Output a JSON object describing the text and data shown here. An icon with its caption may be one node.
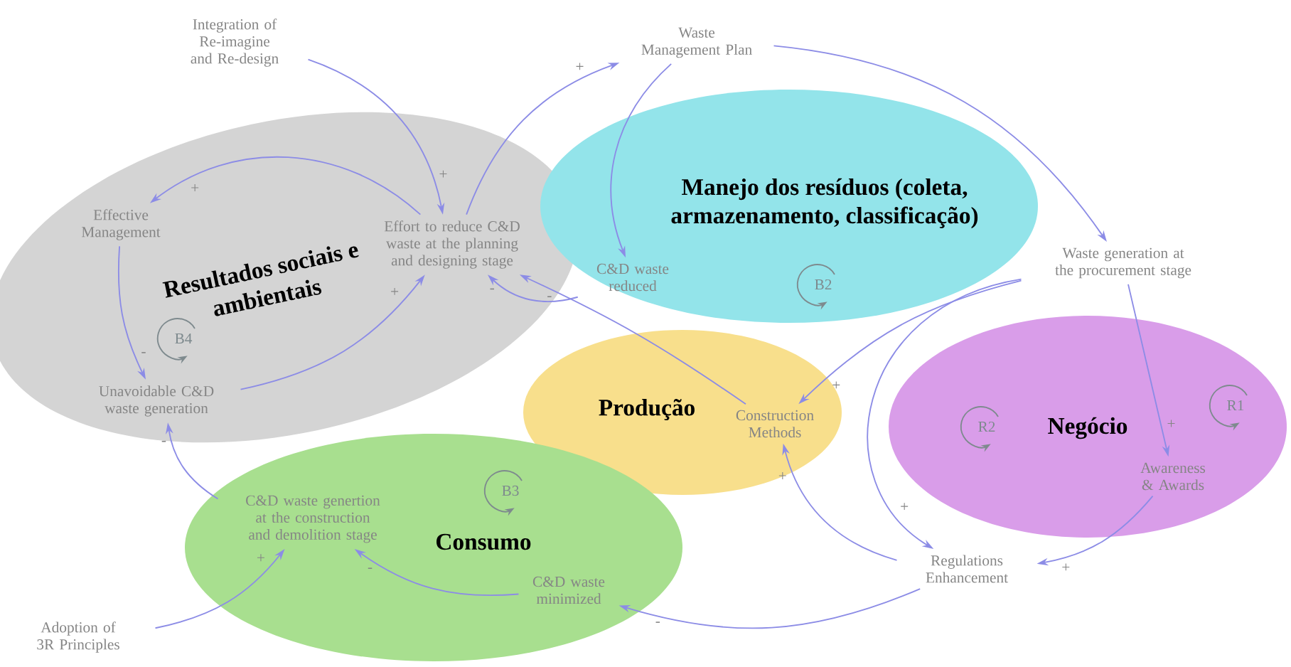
{
  "diagram": {
    "nodes": [
      {
        "text": [
          "Resultados sociais e ambientais"
        ]
      },
      {
        "text": [
          "Manejo dos resíduos (coleta, armazenamento, classificação)"
        ]
      },
      {
        "text": [
          "Produção"
        ]
      },
      {
        "text": [
          "Negócio"
        ]
      },
      {
        "text": [
          "Consumo"
        ]
      },
      {
        "text": [
          "Integration of Re-imagine and Re-design"
        ]
      },
      {
        "text": [
          "Waste Management Plan"
        ]
      },
      {
        "text": [
          "Effective Management"
        ],
        "in": 0
      },
      {
        "text": [
          "Effort to reduce C&D waste at the planning and designing stage"
        ],
        "in": 0
      },
      {
        "text": [
          "C&D waste reduced"
        ],
        "in": 1
      },
      {
        "text": [
          "Waste generation at the procurement stage"
        ]
      },
      {
        "text": [
          "Unavoidable C&D waste generation"
        ],
        "in": 0
      },
      {
        "text": [
          "Construction Methods"
        ],
        "in": 2
      },
      {
        "text": [
          "Awareness & Awards"
        ],
        "in": 3
      },
      {
        "text": [
          "Regulations Enhancement"
        ]
      },
      {
        "text": [
          "C&D waste genertion at the construction and demolition stage"
        ],
        "in": 4
      },
      {
        "text": [
          "C&D waste minimized"
        ],
        "in": 4
      },
      {
        "text": [
          "Adoption of 3R Principles"
        ]
      }
    ],
    "edges": [
      {
        "from": 5,
        "to": 8,
        "arrow": "to",
        "label": "+"
      },
      {
        "from": 8,
        "to": 7,
        "arrow": "to",
        "label": "+"
      },
      {
        "from": 7,
        "to": 11,
        "arrow": "to",
        "label": "-"
      },
      {
        "from": 11,
        "to": 8,
        "arrow": "to",
        "label": "+"
      },
      {
        "from": 8,
        "to": 6,
        "arrow": "to",
        "label": "+"
      },
      {
        "from": 6,
        "to": 9,
        "arrow": "to"
      },
      {
        "from": 9,
        "to": 8,
        "arrow": "to",
        "label": "-"
      },
      {
        "from": 6,
        "to": 10,
        "arrow": "to"
      },
      {
        "from": 10,
        "to": 12,
        "arrow": "to",
        "label": "+"
      },
      {
        "from": 10,
        "to": 14,
        "arrow": "to",
        "label": "+"
      },
      {
        "from": 10,
        "to": 13,
        "arrow": "to",
        "label": "+"
      },
      {
        "from": 13,
        "to": 14,
        "arrow": "to",
        "label": "+"
      },
      {
        "from": 14,
        "to": 12,
        "arrow": "to",
        "label": "+"
      },
      {
        "from": 14,
        "to": 16,
        "arrow": "to",
        "label": "-"
      },
      {
        "from": 16,
        "to": 15,
        "arrow": "to",
        "label": "-"
      },
      {
        "from": 17,
        "to": 15,
        "arrow": "to",
        "label": "+"
      },
      {
        "from": 15,
        "to": 11,
        "arrow": "to",
        "label": "-"
      },
      {
        "from": 12,
        "to": 8,
        "arrow": "to",
        "label": "-"
      }
    ],
    "labels": [
      "B4",
      "B2",
      "B3",
      "R2",
      "R1"
    ]
  }
}
